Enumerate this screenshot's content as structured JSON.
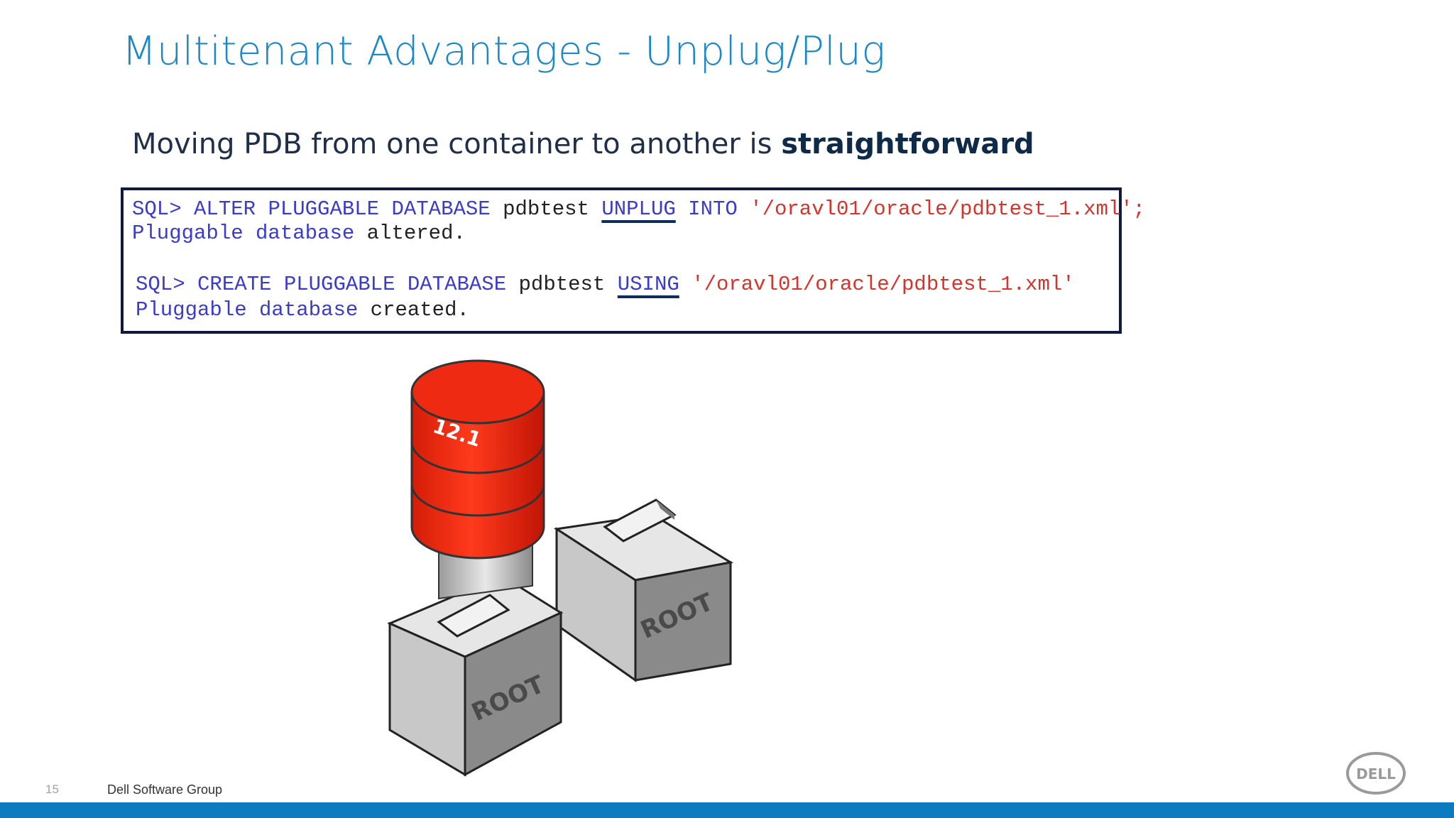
{
  "slide": {
    "title": "Multitenant Advantages - Unplug/Plug",
    "subtitle_prefix": "Moving PDB from one container to another is ",
    "subtitle_bold": "straightforward",
    "page_number": "15",
    "footer_text": "Dell Software Group",
    "logo_text": "DELL"
  },
  "code": {
    "line1": {
      "prompt": "SQL>",
      "kw1": " ALTER PLUGGABLE DATABASE ",
      "name": "pdbtest ",
      "kw2": "UNPLUG",
      "kw3": " INTO ",
      "path": "'/oravl01/oracle/pdbtest_1.xml';"
    },
    "line2": {
      "kw": "Pluggable database ",
      "result": "altered."
    },
    "line3": {
      "prompt": "SQL>",
      "kw1": " CREATE PLUGGABLE DATABASE ",
      "name": "pdbtest ",
      "kw2": "USING",
      "path": " '/oravl01/oracle/pdbtest_1.xml'"
    },
    "line4": {
      "kw": "Pluggable database ",
      "result": "created."
    }
  },
  "illustration": {
    "usb_label": "12.1",
    "box_label_1": "ROOT",
    "box_label_2": "ROOT"
  },
  "colors": {
    "title": "#1c88c7",
    "keyword": "#3b3bcc",
    "string": "#d8322a",
    "cylinder": "#ee2a12",
    "footer_bar": "#0c7bc0"
  }
}
